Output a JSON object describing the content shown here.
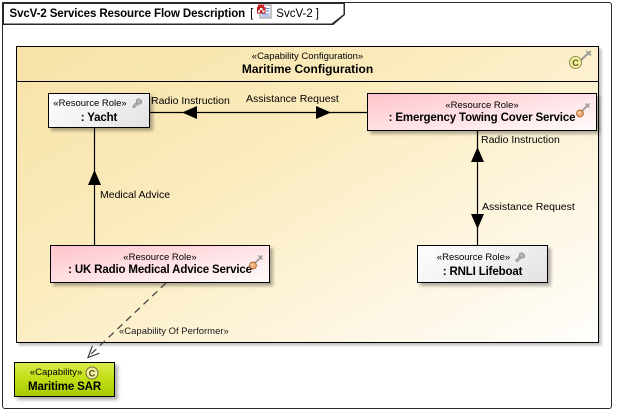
{
  "frame": {
    "title": "SvcV-2 Services Resource Flow Description",
    "bracket_open": "[",
    "bracket_close": "]",
    "diagram_ref": "SvcV-2"
  },
  "container": {
    "stereotype": "«Capability Configuration»",
    "name": "Maritime Configuration"
  },
  "nodes": {
    "yacht": {
      "stereotype": "«Resource Role»",
      "name": ": Yacht"
    },
    "emergency_towing": {
      "stereotype": "«Resource Role»",
      "name": ": Emergency Towing Cover Service"
    },
    "uk_radio_medical": {
      "stereotype": "«Resource Role»",
      "name": ": UK Radio Medical Advice Service"
    },
    "rnli_lifeboat": {
      "stereotype": "«Resource Role»",
      "name": ": RNLI Lifeboat"
    },
    "maritime_sar": {
      "stereotype": "«Capability»",
      "name": "Maritime SAR"
    }
  },
  "flows": {
    "radio_instruction_top": "Radio Instruction",
    "assistance_request_top": "Assistance Request",
    "radio_instruction_right": "Radio Instruction",
    "assistance_request_right": "Assistance Request",
    "medical_advice": "Medical Advice",
    "capability_of_performer": "«Capability Of Performer»"
  },
  "icons": {
    "capability_letter": "C",
    "wrench": "wrench-icon",
    "ball_wrench": "ball-wrench-icon",
    "diagram": "svcv-diagram-icon"
  },
  "colors": {
    "container_fill_top": "#F7E2A7",
    "container_fill_bottom": "#FFFEFB",
    "resource_role_pink": "#FFC3CA",
    "resource_gray": "#E2E2E2",
    "capability_green": "#C3DF16",
    "capability_green_dark": "#A7CA00",
    "connector": "#000000",
    "shadow": "#B0B0B0"
  }
}
